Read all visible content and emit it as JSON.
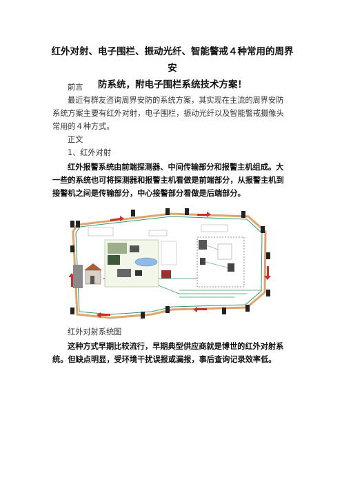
{
  "doc": {
    "title_line1": "红外对射、电子围栏、振动光纤、智能警戒４种常用的周界安",
    "title_line2": "防系统，附电子围栏系统技术方案！",
    "preface_heading": "前言",
    "preface_line1": "最近有群友咨询周界安防的系统方案，其实现在主流的周界安防",
    "preface_line2": "系统方案主要有红外对射，电子围栏，振动光纤以及智能警戒摄像头",
    "preface_line3": "常用的４种方式。",
    "body_heading": "正文",
    "section1_heading": "1、红外对射",
    "section1_line1": "红外报警系统由前端探测器、中间传输部分和报警主机组成。大",
    "section1_line2": "一些的系统也可将探测器和报警主机看做是前端部分，从报警主机到",
    "section1_line3": "接警机之间是传输部分，中心接警部分看做是后端部分。",
    "figure_caption": "红外对射系统图",
    "section1_p2_line1": "这种方式早期比较流行，早期典型供应商就是博世的红外对射系",
    "section1_p2_line2": "统。但缺点明显，受环境干扰误报或漏报，事后查询记录效率低。"
  },
  "colors": {
    "fence_orange": "#e0a468",
    "arrow_red": "#c9302c",
    "line_green": "#2f9e6a"
  }
}
